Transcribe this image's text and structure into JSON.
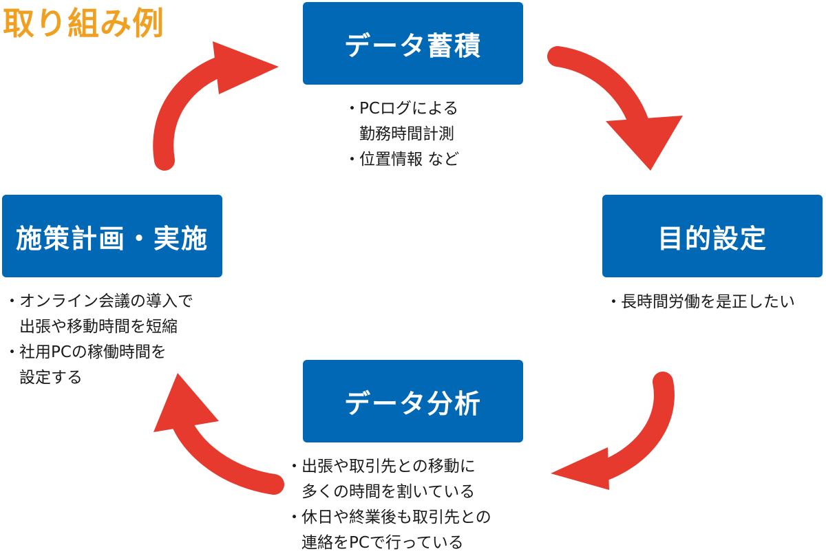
{
  "title": "取り組み例",
  "accent_color": "#f0a020",
  "box_color": "#0068b4",
  "arrow_color": "#e63a2e",
  "steps": [
    {
      "label": "データ蓄積",
      "notes": [
        [
          "PCログによる",
          "勤務時間計測"
        ],
        [
          "位置情報 など"
        ]
      ]
    },
    {
      "label": "目的設定",
      "notes": [
        [
          "長時間労働を是正したい"
        ]
      ]
    },
    {
      "label": "データ分析",
      "notes": [
        [
          "出張や取引先との移動に",
          "多くの時間を割いている"
        ],
        [
          "休日や終業後も取引先との",
          "連絡をPCで行っている"
        ]
      ]
    },
    {
      "label": "施策計画・実施",
      "notes": [
        [
          "オンライン会議の導入で",
          "出張や移動時間を短縮"
        ],
        [
          "社用PCの稼働時間を",
          "設定する"
        ]
      ]
    }
  ]
}
